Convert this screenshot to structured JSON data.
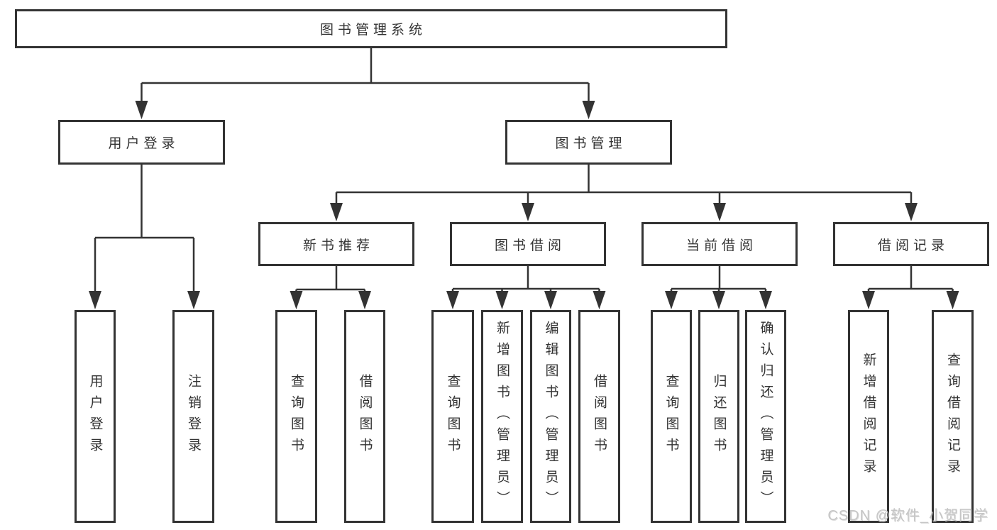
{
  "diagram_type": "functional-structure-tree",
  "colors": {
    "line": "#333333",
    "text": "#333333",
    "box_background": "#ffffff",
    "page_background": "#ffffff",
    "watermark": "#c6c6c6"
  },
  "watermark": "CSDN @软件_小贺同学",
  "tree": {
    "label": "图书管理系统",
    "children": [
      {
        "label": "用户登录",
        "children": [
          {
            "label": "用户登录"
          },
          {
            "label": "注销登录"
          }
        ]
      },
      {
        "label": "图书管理",
        "children": [
          {
            "label": "新书推荐",
            "children": [
              {
                "label": "查询图书"
              },
              {
                "label": "借阅图书"
              }
            ]
          },
          {
            "label": "图书借阅",
            "children": [
              {
                "label": "查询图书"
              },
              {
                "label": "新增图书（管理员）"
              },
              {
                "label": "编辑图书（管理员）"
              },
              {
                "label": "借阅图书"
              }
            ]
          },
          {
            "label": "当前借阅",
            "children": [
              {
                "label": "查询图书"
              },
              {
                "label": "归还图书"
              },
              {
                "label": "确认归还（管理员）"
              }
            ]
          },
          {
            "label": "借阅记录",
            "children": [
              {
                "label": "新增借阅记录"
              },
              {
                "label": "查询借阅记录"
              }
            ]
          }
        ]
      }
    ]
  }
}
